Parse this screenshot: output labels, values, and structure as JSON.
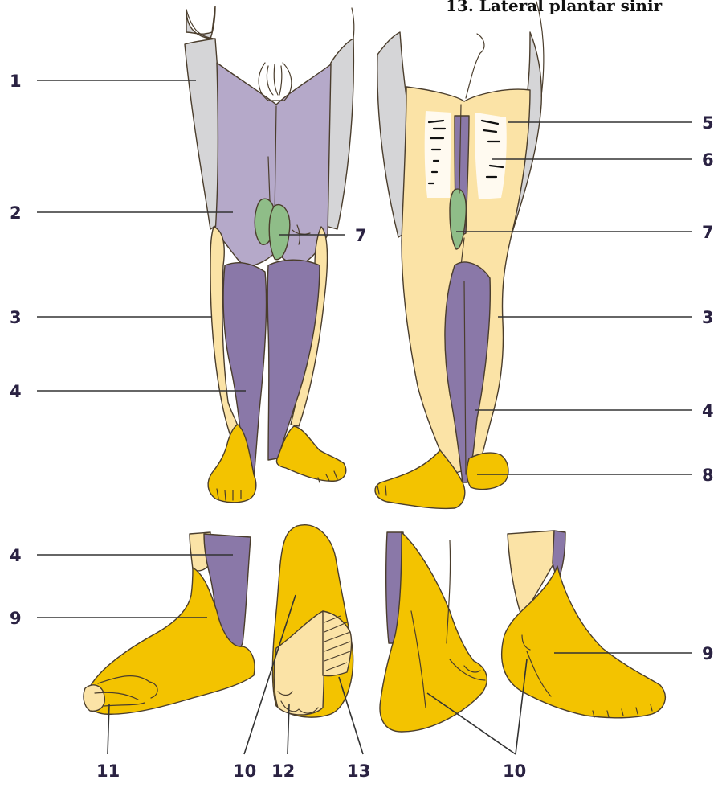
{
  "title": "13. Lateral plantar sinir",
  "labels": {
    "l1": "1",
    "l2": "2",
    "l3_left": "3",
    "l4_left": "4",
    "l5": "5",
    "l6": "6",
    "l7_center": "7",
    "l7_right": "7",
    "l3_right": "3",
    "l4_right": "4",
    "l8": "8",
    "l4_foot": "4",
    "l9_left": "9",
    "l9_right": "9",
    "l11": "11",
    "l10_a": "10",
    "l12": "12",
    "l13": "13",
    "l10_b": "10"
  },
  "colors": {
    "grey": "#d5d5d7",
    "light_purple": "#b5a9c9",
    "dark_purple": "#8a78a8",
    "green": "#8fbd88",
    "pale_yellow": "#fbe3a6",
    "yellow": "#f3c300",
    "skin_white": "#fffaf0",
    "outline": "#4a3d2c"
  }
}
